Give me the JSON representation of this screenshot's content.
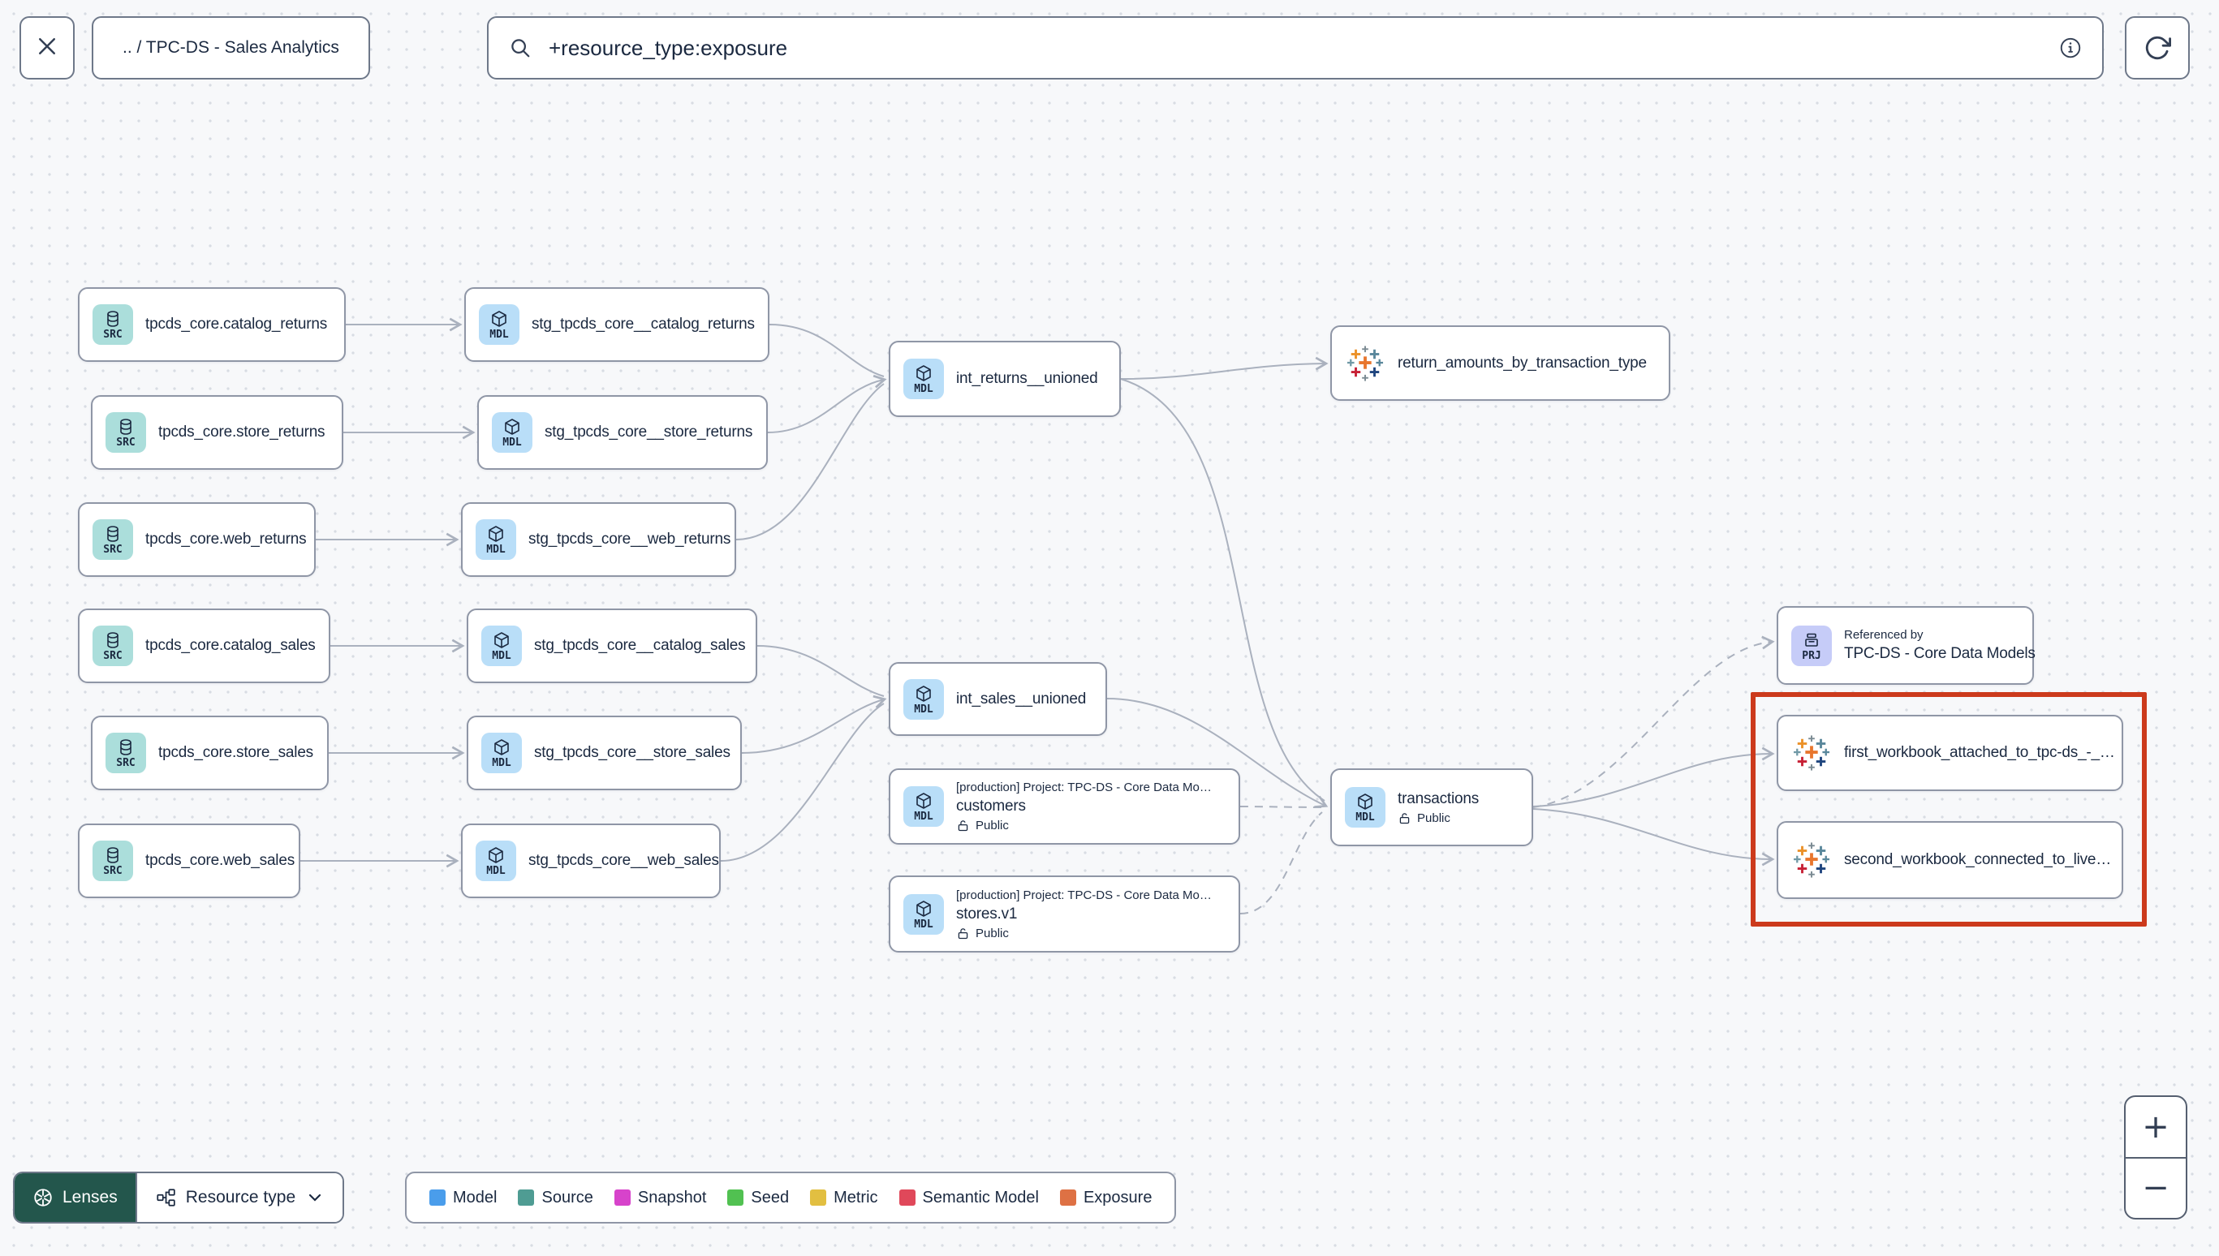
{
  "topbar": {
    "breadcrumb": ".. / TPC-DS - Sales Analytics",
    "search_value": "+resource_type:exposure"
  },
  "toolbar": {
    "lenses_label": "Lenses",
    "resource_type_label": "Resource type"
  },
  "zoom_controls": {
    "zoom_in_label": "+",
    "zoom_out_label": "−"
  },
  "legend": {
    "items": [
      {
        "label": "Model",
        "color": "#4a9deb"
      },
      {
        "label": "Source",
        "color": "#4f9c93"
      },
      {
        "label": "Snapshot",
        "color": "#d743cb"
      },
      {
        "label": "Seed",
        "color": "#51c151"
      },
      {
        "label": "Metric",
        "color": "#e2bf41"
      },
      {
        "label": "Semantic Model",
        "color": "#e0485a"
      },
      {
        "label": "Exposure",
        "color": "#de7144"
      }
    ]
  },
  "nodes": [
    {
      "id": "src-catalog-returns",
      "type": "source",
      "badge": "SRC",
      "label": "tpcds_core.catalog_returns"
    },
    {
      "id": "src-store-returns",
      "type": "source",
      "badge": "SRC",
      "label": "tpcds_core.store_returns"
    },
    {
      "id": "src-web-returns",
      "type": "source",
      "badge": "SRC",
      "label": "tpcds_core.web_returns"
    },
    {
      "id": "src-catalog-sales",
      "type": "source",
      "badge": "SRC",
      "label": "tpcds_core.catalog_sales"
    },
    {
      "id": "src-store-sales",
      "type": "source",
      "badge": "SRC",
      "label": "tpcds_core.store_sales"
    },
    {
      "id": "src-web-sales",
      "type": "source",
      "badge": "SRC",
      "label": "tpcds_core.web_sales"
    },
    {
      "id": "stg-catalog-returns",
      "type": "model",
      "badge": "MDL",
      "label": "stg_tpcds_core__catalog_returns"
    },
    {
      "id": "stg-store-returns",
      "type": "model",
      "badge": "MDL",
      "label": "stg_tpcds_core__store_returns"
    },
    {
      "id": "stg-web-returns",
      "type": "model",
      "badge": "MDL",
      "label": "stg_tpcds_core__web_returns"
    },
    {
      "id": "stg-catalog-sales",
      "type": "model",
      "badge": "MDL",
      "label": "stg_tpcds_core__catalog_sales"
    },
    {
      "id": "stg-store-sales",
      "type": "model",
      "badge": "MDL",
      "label": "stg_tpcds_core__store_sales"
    },
    {
      "id": "stg-web-sales",
      "type": "model",
      "badge": "MDL",
      "label": "stg_tpcds_core__web_sales"
    },
    {
      "id": "int-returns-unioned",
      "type": "model",
      "badge": "MDL",
      "label": "int_returns__unioned"
    },
    {
      "id": "int-sales-unioned",
      "type": "model",
      "badge": "MDL",
      "label": "int_sales__unioned"
    },
    {
      "id": "customers",
      "type": "model",
      "badge": "MDL",
      "header": "[production] Project: TPC-DS - Core Data Mo…",
      "label": "customers",
      "access": "Public"
    },
    {
      "id": "stores-v1",
      "type": "model",
      "badge": "MDL",
      "header": "[production] Project: TPC-DS - Core Data Mo…",
      "label": "stores.v1",
      "access": "Public"
    },
    {
      "id": "return-amounts-by-transaction-type",
      "type": "exposure",
      "label": "return_amounts_by_transaction_type"
    },
    {
      "id": "transactions",
      "type": "model",
      "badge": "MDL",
      "label": "transactions",
      "access": "Public"
    },
    {
      "id": "project-ref",
      "type": "project",
      "badge": "PRJ",
      "header": "Referenced by",
      "label": "TPC-DS - Core Data Models"
    },
    {
      "id": "first-workbook",
      "type": "exposure",
      "label": "first_workbook_attached_to_tpc-ds_-_…"
    },
    {
      "id": "second-workbook",
      "type": "exposure",
      "label": "second_workbook_connected_to_live…"
    }
  ],
  "colors": {
    "highlight": "#cc3a1c",
    "edge": "#aab1be",
    "source_badge": "#abdedb",
    "model_badge": "#b9def8",
    "project_badge": "#c6ccf8",
    "lenses_button": "#23564c",
    "text": "#1b2940"
  }
}
